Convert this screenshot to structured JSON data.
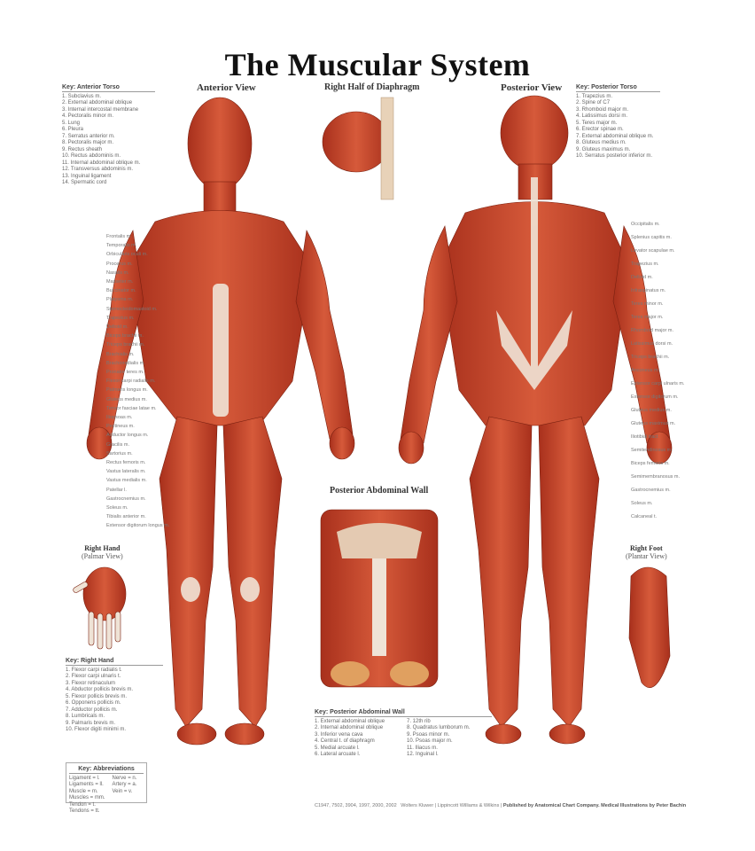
{
  "title": "The Muscular System",
  "views": {
    "anterior": "Anterior View",
    "diaphragm": "Right Half of Diaphragm",
    "posterior": "Posterior View",
    "abdominal_wall": "Posterior Abdominal Wall",
    "hand": "Right Hand",
    "hand_sub": "(Palmar View)",
    "foot": "Right Foot",
    "foot_sub": "(Plantar View)"
  },
  "keys": {
    "anterior_torso": {
      "title": "Key: Anterior Torso",
      "items": [
        "1. Subclavius m.",
        "2. External abdominal oblique",
        "3. Internal intercostal membrane",
        "4. Pectoralis minor m.",
        "5. Lung",
        "6. Pleura",
        "7. Serratus anterior m.",
        "8. Pectoralis major m.",
        "9. Rectus sheath",
        "10. Rectus abdominis m.",
        "11. Internal abdominal oblique m.",
        "12. Transversus abdominis m.",
        "13. Inguinal ligament",
        "14. Spermatic cord"
      ]
    },
    "posterior_torso": {
      "title": "Key: Posterior Torso",
      "items": [
        "1. Trapezius m.",
        "2. Spine of C7",
        "3. Rhomboid major m.",
        "4. Latissimus dorsi m.",
        "5. Teres major m.",
        "6. Erector spinae m.",
        "7. External abdominal oblique m.",
        "8. Gluteus medius m.",
        "9. Gluteus maximus m.",
        "10. Serratus posterior inferior m."
      ]
    },
    "right_hand": {
      "title": "Key: Right Hand",
      "items": [
        "1. Flexor carpi radialis t.",
        "2. Flexor carpi ulnaris t.",
        "3. Flexor retinaculum",
        "4. Abductor pollicis brevis m.",
        "5. Flexor pollicis brevis m.",
        "6. Opponens pollicis m.",
        "7. Adductor pollicis m.",
        "8. Lumbricals m.",
        "9. Palmaris brevis m.",
        "10. Flexor digiti minimi m."
      ]
    },
    "abdominal_wall": {
      "title": "Key: Posterior Abdominal Wall",
      "items": [
        "1. External abdominal oblique",
        "2. Internal abdominal oblique",
        "3. Inferior vena cava",
        "4. Central t. of diaphragm",
        "5. Medial arcuate l.",
        "6. Lateral arcuate l.",
        "7. 12th rib",
        "8. Quadratus lumborum m.",
        "9. Psoas minor m.",
        "10. Psoas major m.",
        "11. Iliacus m.",
        "12. Inguinal l."
      ]
    },
    "abbreviations": {
      "title": "Key: Abbreviations",
      "items": [
        "Ligament = l.",
        "Ligaments = ll.",
        "Muscle = m.",
        "Muscles = mm.",
        "Tendon = t.",
        "Tendons = tt."
      ],
      "items2": [
        "Nerve = n.",
        "Artery = a.",
        "Vein = v."
      ]
    }
  },
  "labels": {
    "left": [
      "Frontalis m.",
      "Temporalis m.",
      "Orbicularis oculi m.",
      "Procerus m.",
      "Nasalis m.",
      "Masseter m.",
      "Buccinator m.",
      "Platysma m.",
      "Sternocleidomastoid m.",
      "Trapezius m.",
      "Deltoid m.",
      "Biceps brachii m.",
      "Triceps brachii m.",
      "Brachialis m.",
      "Brachioradialis m.",
      "Pronator teres m.",
      "Flexor carpi radialis m.",
      "Palmaris longus m.",
      "Gluteus medius m.",
      "Tensor fasciae latae m.",
      "Iliopsoas m.",
      "Pectineus m.",
      "Adductor longus m.",
      "Gracilis m.",
      "Sartorius m.",
      "Rectus femoris m.",
      "Vastus lateralis m.",
      "Vastus medialis m.",
      "Patellar l.",
      "Gastrocnemius m.",
      "Soleus m.",
      "Tibialis anterior m.",
      "Extensor digitorum longus m."
    ],
    "right": [
      "Occipitalis m.",
      "Splenius capitis m.",
      "Levator scapulae m.",
      "Trapezius m.",
      "Deltoid m.",
      "Infraspinatus m.",
      "Teres minor m.",
      "Teres major m.",
      "Rhomboid major m.",
      "Latissimus dorsi m.",
      "Triceps brachii m.",
      "Anconeus m.",
      "Extensor carpi ulnaris m.",
      "Extensor digitorum m.",
      "Gluteus medius m.",
      "Gluteus maximus m.",
      "Iliotibial tract",
      "Semitendinosus m.",
      "Biceps femoris m.",
      "Semimembranosus m.",
      "Gastrocnemius m.",
      "Soleus m.",
      "Calcaneal t."
    ]
  },
  "footer": {
    "codes": "C1947, 7502, 3904, 1997, 2000, 2002",
    "credits": "Wolters Kluwer | Lippincott Williams & Wilkins",
    "publisher": "Published by Anatomical Chart Company. Medical Illustrations by Peter Bachin"
  },
  "colors": {
    "muscle": "#c8442a",
    "muscle_dark": "#9a2a18",
    "tendon": "#efe3d6",
    "skin": "#e9b08f"
  }
}
